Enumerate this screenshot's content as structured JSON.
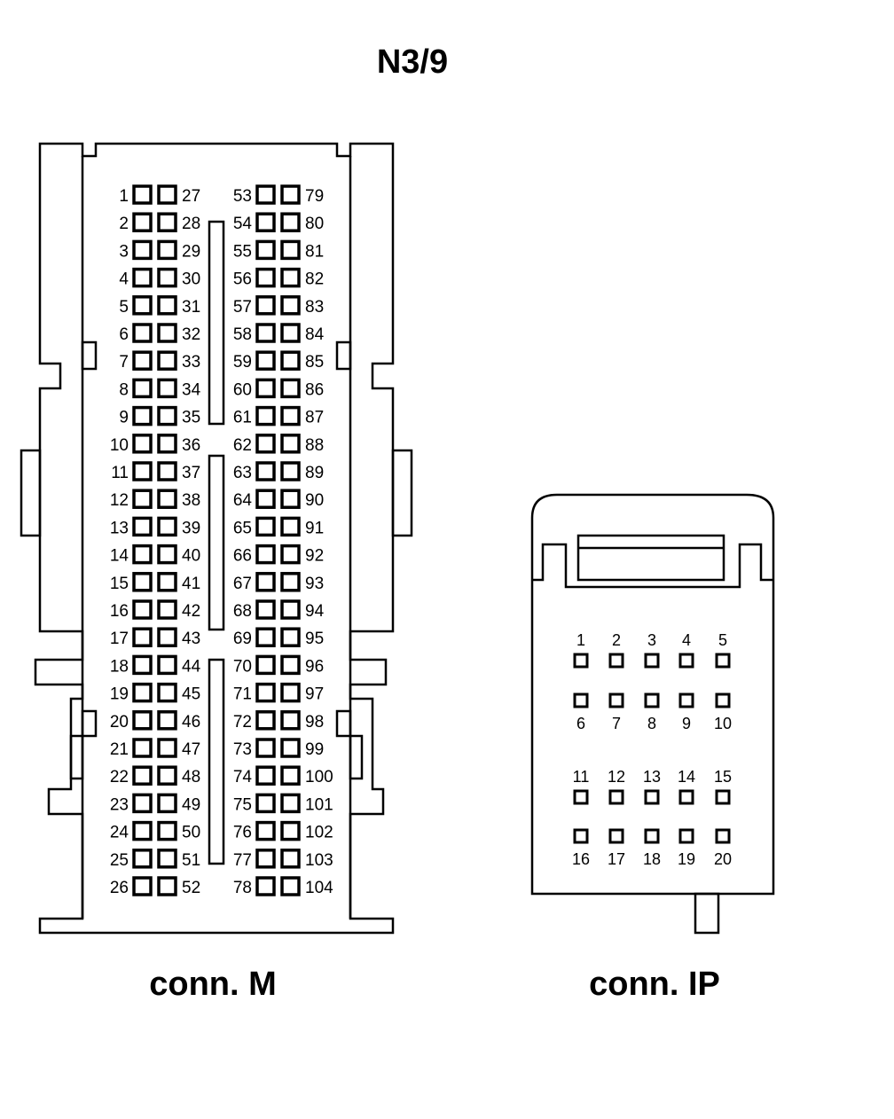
{
  "title": "N3/9",
  "connectors": [
    {
      "id": "M",
      "caption": "conn. M",
      "columns": [
        {
          "pins": [
            "1",
            "2",
            "3",
            "4",
            "5",
            "6",
            "7",
            "8",
            "9",
            "10",
            "11",
            "12",
            "13",
            "14",
            "15",
            "16",
            "17",
            "18",
            "19",
            "20",
            "21",
            "22",
            "23",
            "24",
            "25",
            "26"
          ]
        },
        {
          "pins": [
            "27",
            "28",
            "29",
            "30",
            "31",
            "32",
            "33",
            "34",
            "35",
            "36",
            "37",
            "38",
            "39",
            "40",
            "41",
            "42",
            "43",
            "44",
            "45",
            "46",
            "47",
            "48",
            "49",
            "50",
            "51",
            "52"
          ]
        },
        {
          "pins": [
            "53",
            "54",
            "55",
            "56",
            "57",
            "58",
            "59",
            "60",
            "61",
            "62",
            "63",
            "64",
            "65",
            "66",
            "67",
            "68",
            "69",
            "70",
            "71",
            "72",
            "73",
            "74",
            "75",
            "76",
            "77",
            "78"
          ]
        },
        {
          "pins": [
            "79",
            "80",
            "81",
            "82",
            "83",
            "84",
            "85",
            "86",
            "87",
            "88",
            "89",
            "90",
            "91",
            "92",
            "93",
            "94",
            "95",
            "96",
            "97",
            "98",
            "99",
            "100",
            "101",
            "102",
            "103",
            "104"
          ]
        }
      ]
    },
    {
      "id": "IP",
      "caption": "conn. IP",
      "rows": [
        {
          "pins": [
            "1",
            "2",
            "3",
            "4",
            "5"
          ],
          "label_position": "above"
        },
        {
          "pins": [
            "6",
            "7",
            "8",
            "9",
            "10"
          ],
          "label_position": "below"
        },
        {
          "pins": [
            "11",
            "12",
            "13",
            "14",
            "15"
          ],
          "label_position": "above"
        },
        {
          "pins": [
            "16",
            "17",
            "18",
            "19",
            "20"
          ],
          "label_position": "below"
        }
      ]
    }
  ]
}
